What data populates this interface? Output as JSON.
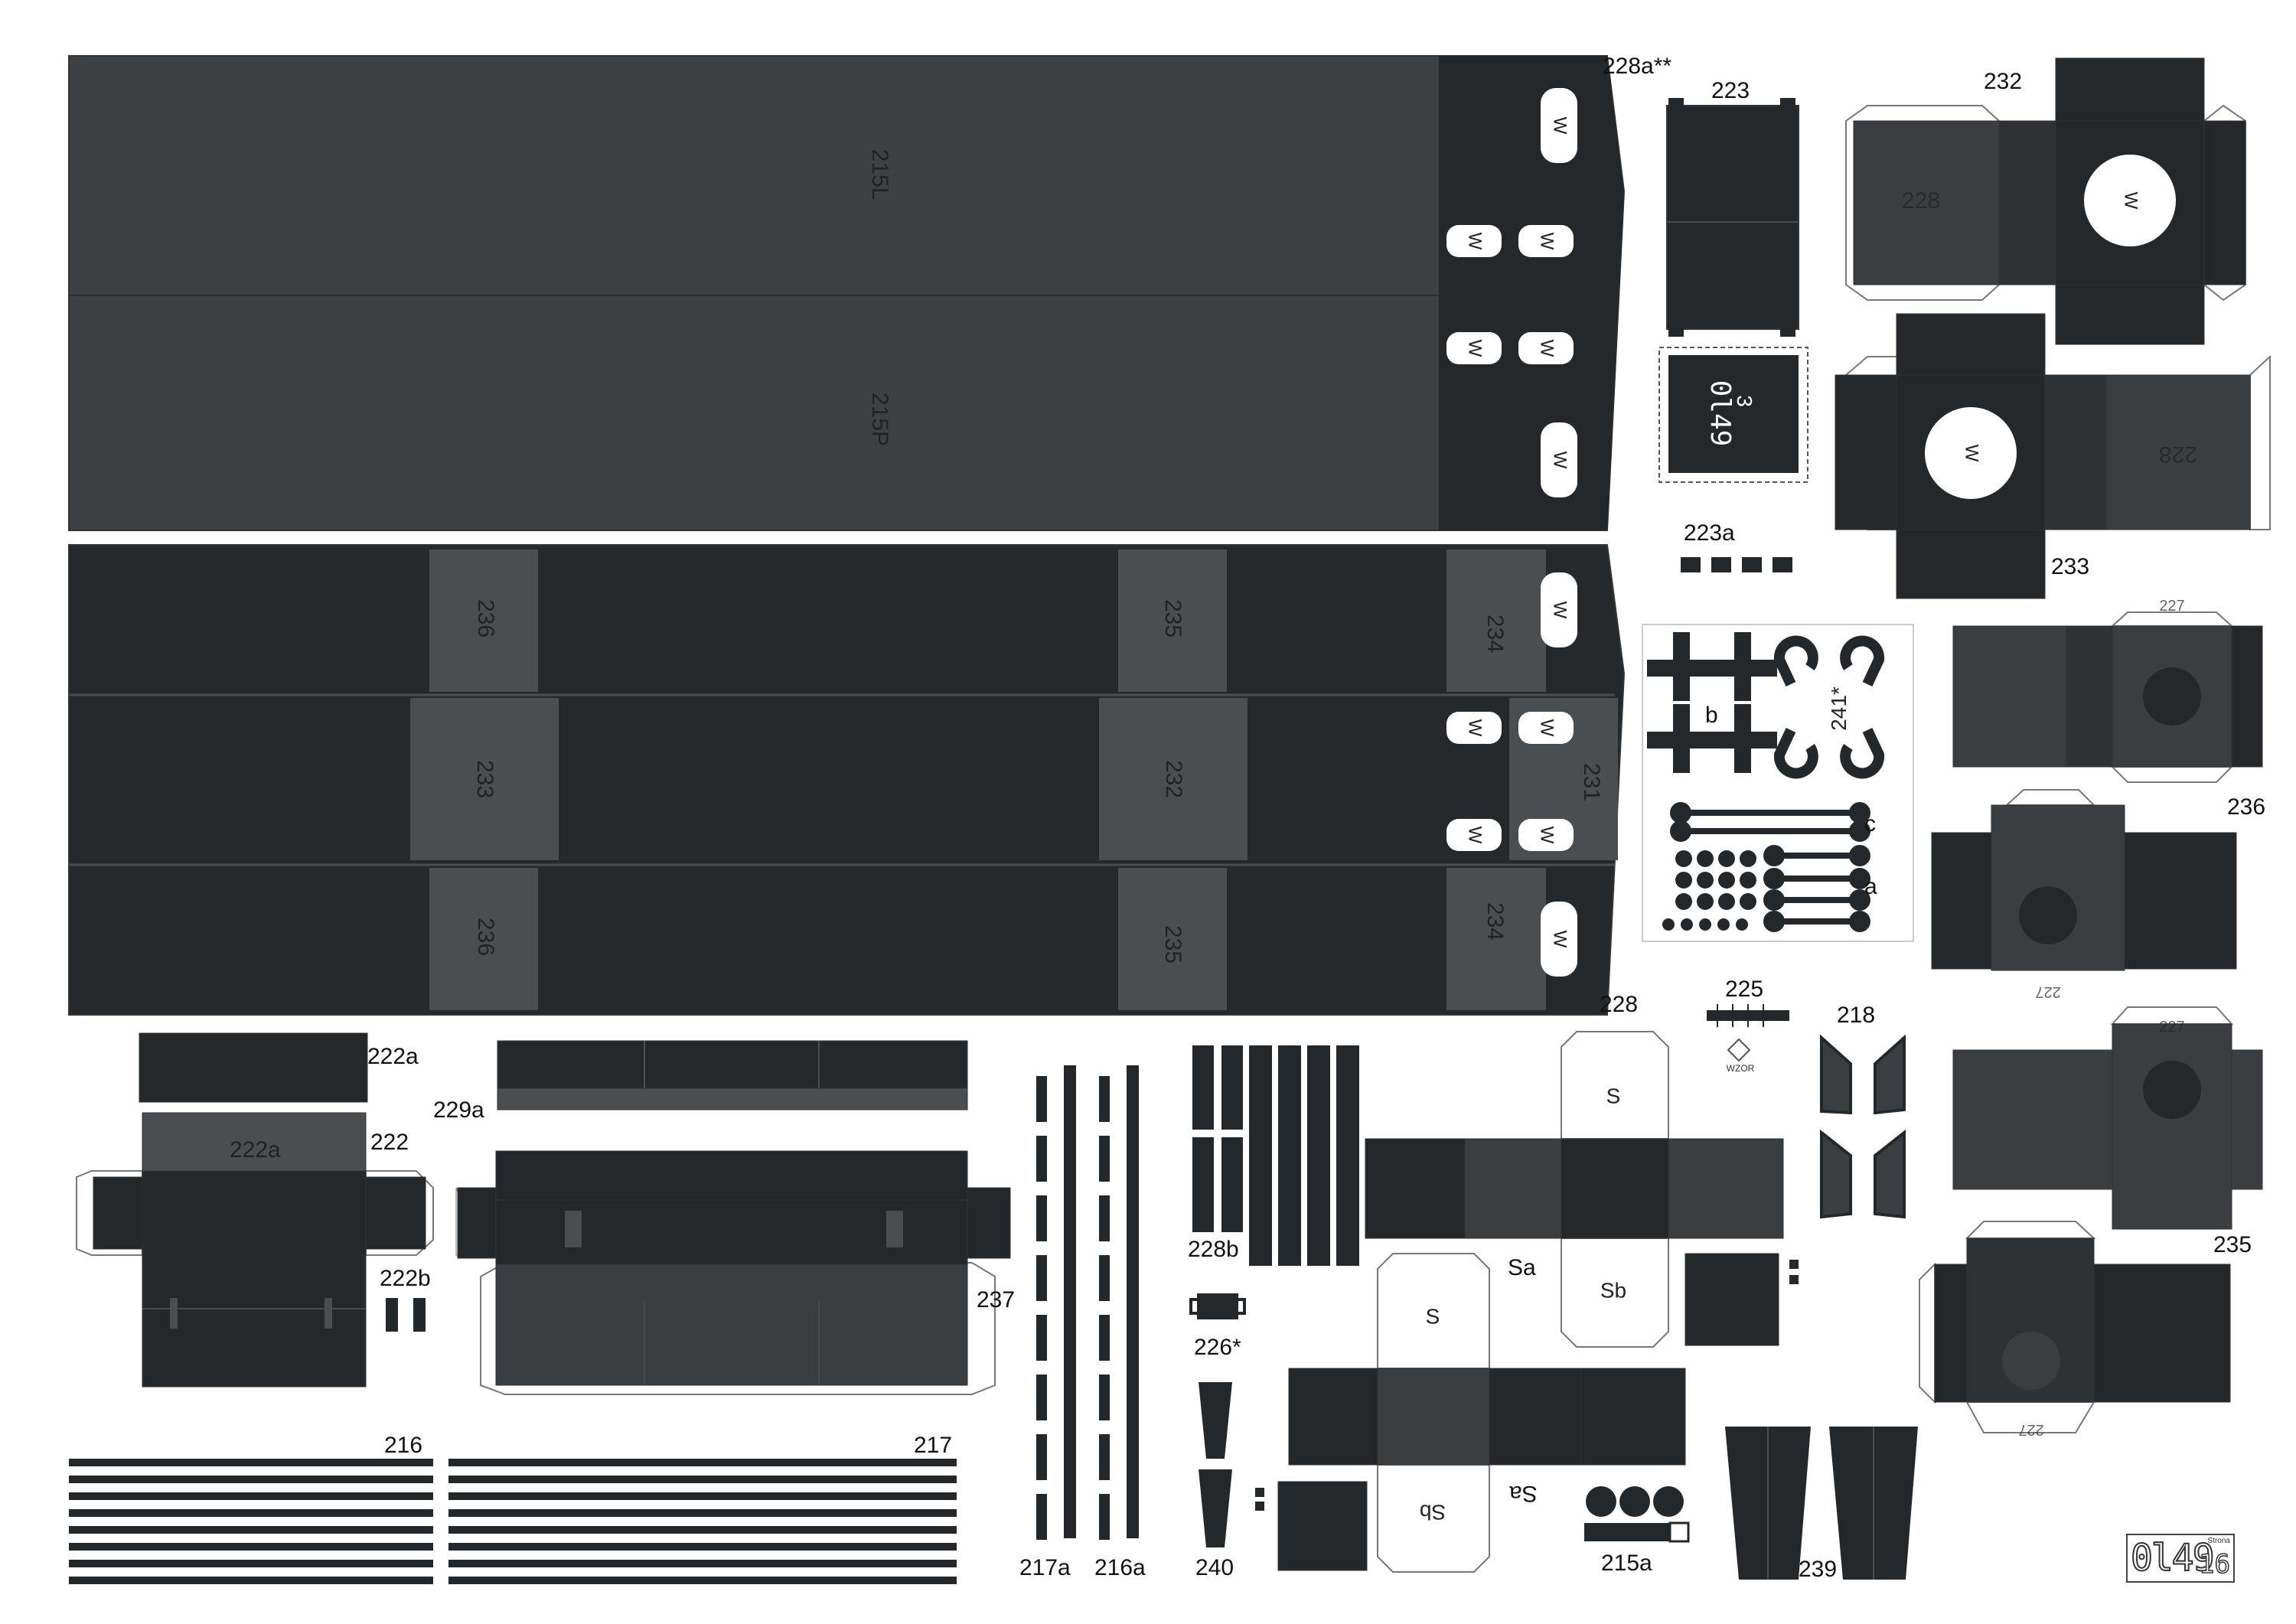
{
  "sheet": {
    "title": "0l49",
    "page_word": "Strona",
    "page_number": "16",
    "colors": {
      "dark": "#25282a",
      "mid": "#3b3e40",
      "panel": "#4a4e50",
      "outline": "#777777",
      "paper": "#ffffff"
    },
    "rotated_texts": {
      "p215L": "215L",
      "p215P": "215P",
      "p236a": "236",
      "p235a": "235",
      "p234a": "234",
      "p233": "233",
      "p232": "232",
      "p231": "231",
      "p236b": "236",
      "p235b": "235",
      "p234b": "234",
      "p228_top": "228",
      "p228_bottom": "228",
      "p227_a": "227",
      "p227_b": "227",
      "p227_c": "227",
      "p227_d": "227",
      "ol49_small": "0l49",
      "three": "3",
      "p241": "241*"
    },
    "w_marker": "W",
    "s_marker": "S",
    "sa_marker": "Sa",
    "sb_marker": "Sb",
    "wzor": "WZOR"
  },
  "labels": {
    "l228a2": "228a**",
    "l223": "223",
    "l232": "232",
    "l223a": "223a",
    "l233": "233",
    "l236": "236",
    "l225": "225",
    "l218": "218",
    "l228": "228",
    "l222a_top": "222a",
    "l222a_inner": "222a",
    "l222": "222",
    "l229a": "229a",
    "l222b": "222b",
    "l237": "237",
    "l228b": "228b",
    "l226": "226*",
    "l235": "235",
    "l216": "216",
    "l217": "217",
    "l217a": "217a",
    "l216a": "216a",
    "l240": "240",
    "l215a": "215a",
    "l239": "239",
    "lb": "b",
    "lc": "c",
    "la": "a",
    "lSa1": "Sa",
    "lSb1": "Sb",
    "lS1": "S",
    "lS2": "S",
    "lSb2": "Sb",
    "lSa2": "Sa"
  }
}
